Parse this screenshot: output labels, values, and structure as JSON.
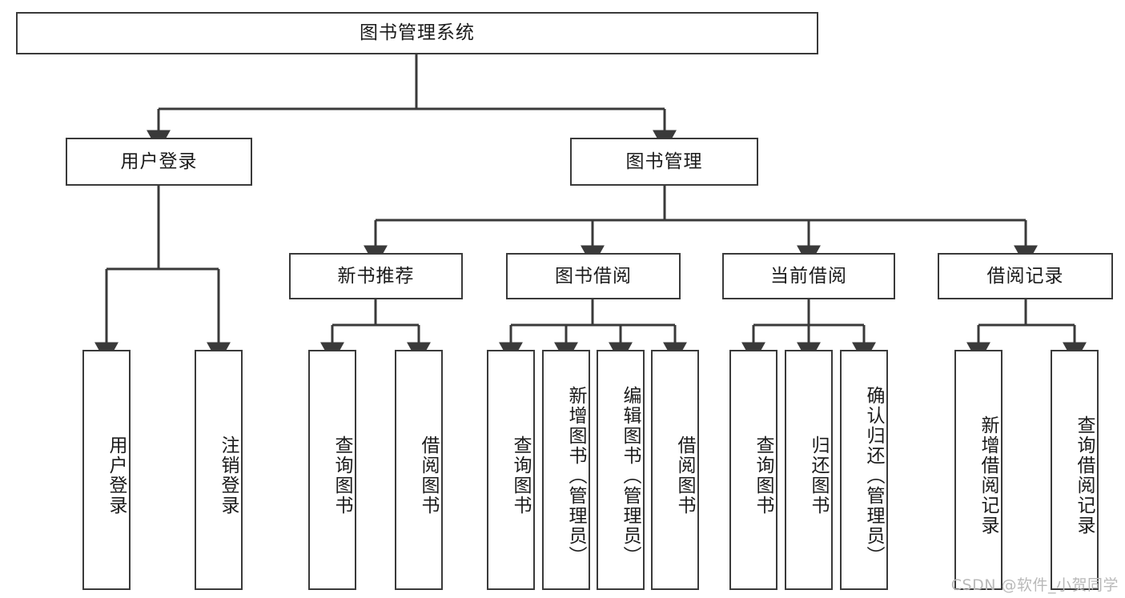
{
  "diagram": {
    "type": "tree-hierarchy",
    "title": "图书管理系统",
    "orientation": "top-down",
    "root": {
      "id": "root",
      "label": "图书管理系统"
    },
    "level2": [
      {
        "id": "user-login",
        "label": "用户登录"
      },
      {
        "id": "book-manage",
        "label": "图书管理"
      }
    ],
    "level3": [
      {
        "id": "new-book-recommend",
        "label": "新书推荐"
      },
      {
        "id": "book-borrow",
        "label": "图书借阅"
      },
      {
        "id": "current-borrow",
        "label": "当前借阅"
      },
      {
        "id": "borrow-record",
        "label": "借阅记录"
      }
    ],
    "leaves": {
      "user_login": [
        {
          "id": "leaf-user-login",
          "label": "用户登录"
        },
        {
          "id": "leaf-logout",
          "label": "注销登录"
        }
      ],
      "new_book_recommend": [
        {
          "id": "leaf-query-book-1",
          "label": "查询图书"
        },
        {
          "id": "leaf-borrow-book-1",
          "label": "借阅图书"
        }
      ],
      "book_borrow": [
        {
          "id": "leaf-query-book-2",
          "label": "查询图书"
        },
        {
          "id": "leaf-add-book",
          "label": "新增图书（管理员）"
        },
        {
          "id": "leaf-edit-book",
          "label": "编辑图书（管理员）"
        },
        {
          "id": "leaf-borrow-book-2",
          "label": "借阅图书"
        }
      ],
      "current_borrow": [
        {
          "id": "leaf-query-book-3",
          "label": "查询图书"
        },
        {
          "id": "leaf-return-book",
          "label": "归还图书"
        },
        {
          "id": "leaf-confirm-return",
          "label": "确认归还（管理员）"
        }
      ],
      "borrow_record": [
        {
          "id": "leaf-add-record",
          "label": "新增借阅记录"
        },
        {
          "id": "leaf-query-record",
          "label": "查询借阅记录"
        }
      ]
    },
    "colors": {
      "box_border": "#3a3a3a",
      "box_fill": "#ffffff",
      "edge": "#3a3a3a",
      "text": "#1b1b1b",
      "background": "#ffffff",
      "watermark": "#b9b9b9"
    }
  },
  "watermark": {
    "text": "CSDN @软件_小贺同学"
  }
}
